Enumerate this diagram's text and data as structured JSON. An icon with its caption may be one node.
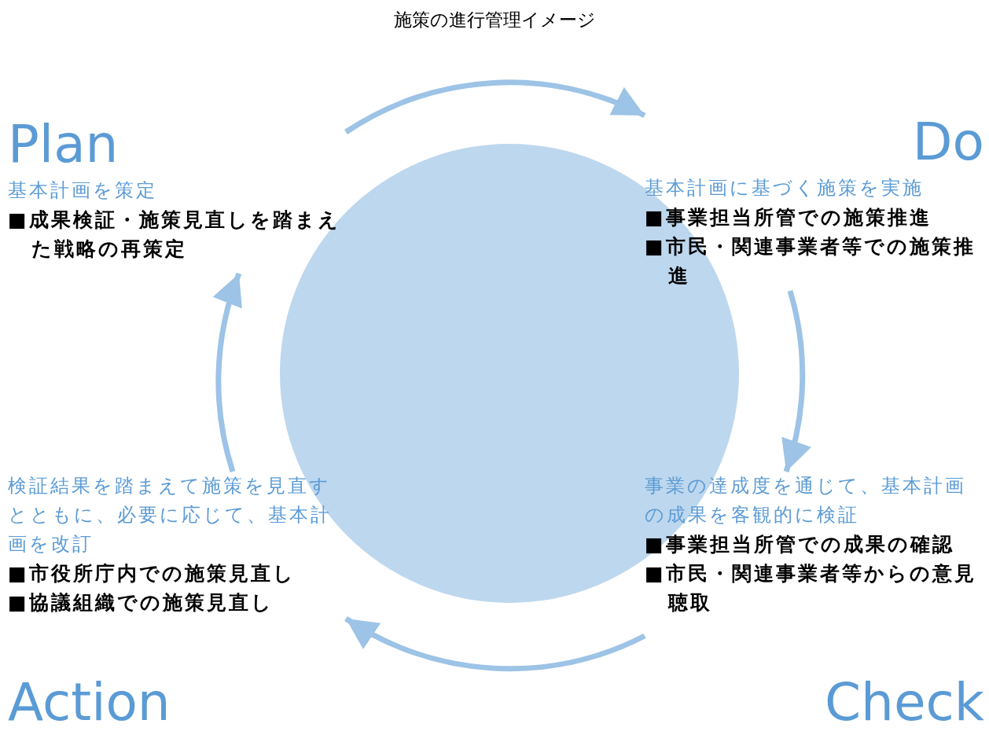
{
  "diagram": {
    "title": "施策の進行管理イメージ",
    "nodes": [
      {
        "text": [
          "Plan",
          "基本計画を策定",
          "■成果検証・施策見直しを踏まえた戦略の再策定"
        ]
      },
      {
        "text": [
          "Do",
          "基本計画に基づく施策を実施",
          "■事業担当所管での施策推進",
          "■市民・関連事業者等での施策推進"
        ]
      },
      {
        "text": [
          "事業の達成度を通じて、基本計画の成果を客観的に検証",
          "■事業担当所管での成果の確認",
          "■市民・関連事業者等からの意見聴取",
          "Check"
        ]
      },
      {
        "text": [
          "検証結果を踏まえて施策を見直すとともに、必要に応じて、基本計画を改訂",
          "■市役所庁内での施策見直し",
          "■協議組織での施策見直し",
          "Action"
        ]
      },
      {
        "text": [],
        "shape": "circle"
      }
    ],
    "edges": [
      {
        "from": 0,
        "to": 1,
        "arrow": "to"
      },
      {
        "from": 1,
        "to": 2,
        "arrow": "to"
      },
      {
        "from": 2,
        "to": 3,
        "arrow": "to"
      },
      {
        "from": 3,
        "to": 0,
        "arrow": "to"
      }
    ]
  }
}
